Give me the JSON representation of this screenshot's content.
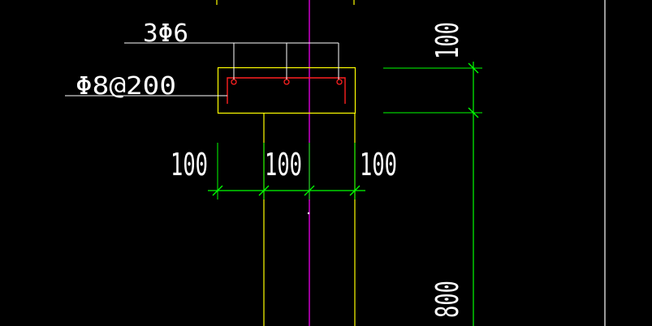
{
  "drawing": {
    "labels": {
      "top_bars": "3Φ6",
      "stirrups": "Φ8@200",
      "dim_left": "100",
      "dim_mid": "100",
      "dim_right": "100",
      "dim_cap_height": "100",
      "dim_wall_height": "800"
    },
    "colors": {
      "background": "#000000",
      "text": "#ffffff",
      "concrete_outline": "#ffff00",
      "rebar": "#ff2020",
      "dimension": "#00ff00",
      "center_line": "#ff00ff",
      "leader": "#ffffff",
      "frame": "#ffffff"
    }
  }
}
